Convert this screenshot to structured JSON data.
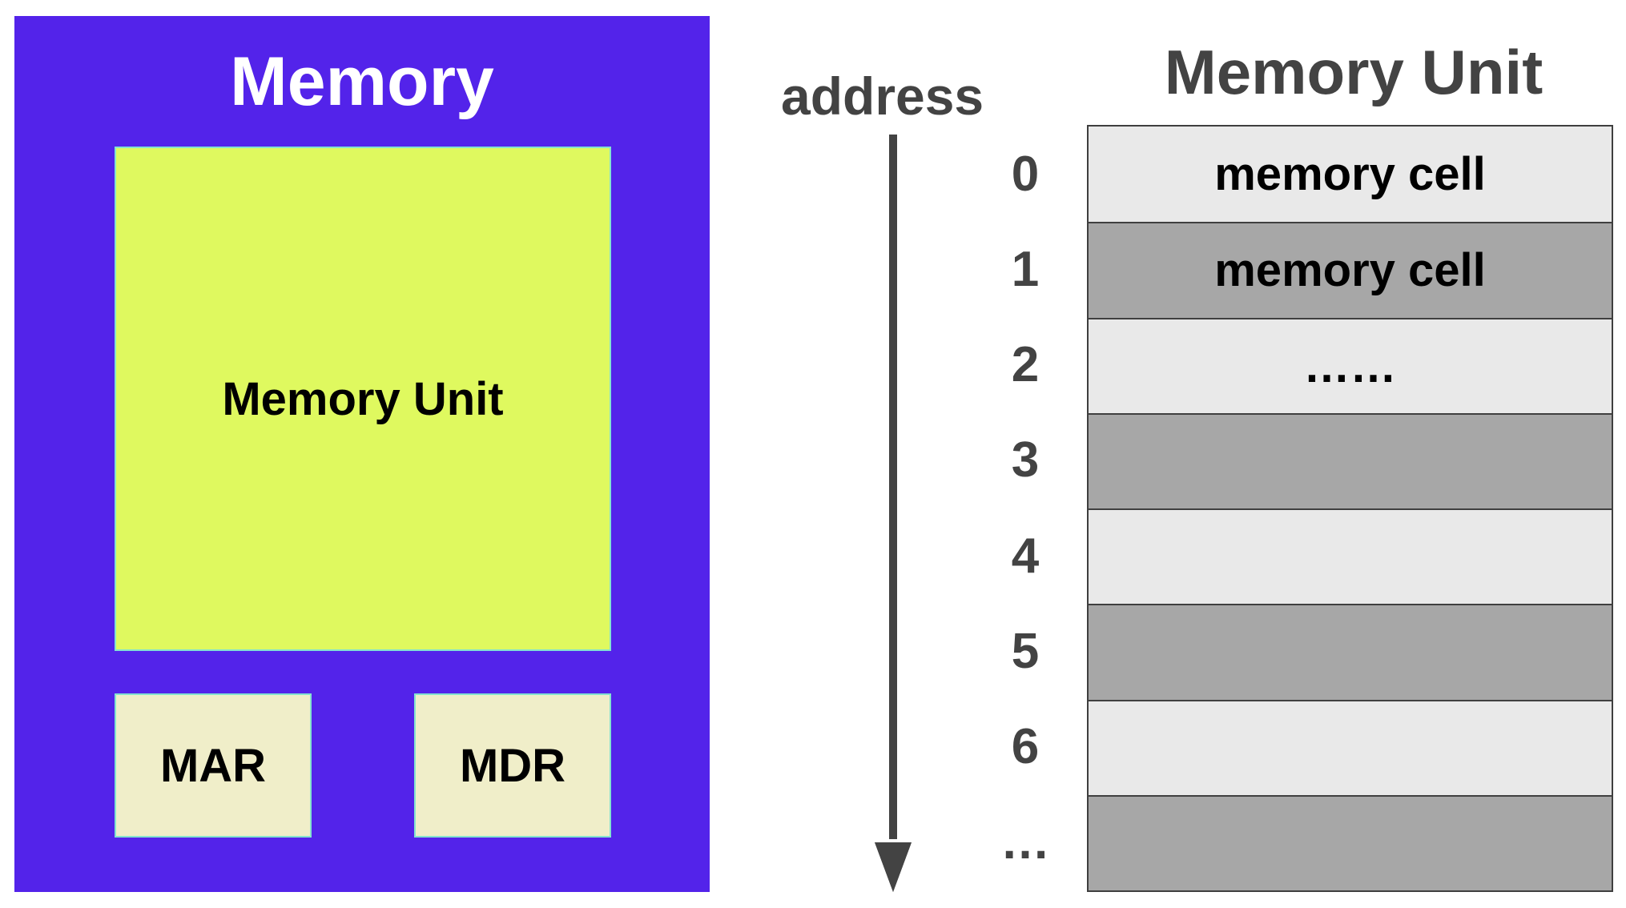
{
  "memory": {
    "title": "Memory",
    "unit_label": "Memory Unit",
    "registers": [
      "MAR",
      "MDR"
    ],
    "colors": {
      "outer": "#5323ea",
      "unit": "#dff95f",
      "register": "#f0eec9"
    }
  },
  "address_label": "address",
  "memory_unit": {
    "title": "Memory Unit",
    "rows": [
      {
        "address": "0",
        "content": "memory cell",
        "shade": "light"
      },
      {
        "address": "1",
        "content": "memory cell",
        "shade": "dark"
      },
      {
        "address": "2",
        "content": "……",
        "shade": "light"
      },
      {
        "address": "3",
        "content": "",
        "shade": "dark"
      },
      {
        "address": "4",
        "content": "",
        "shade": "light"
      },
      {
        "address": "5",
        "content": "",
        "shade": "dark"
      },
      {
        "address": "6",
        "content": "",
        "shade": "light"
      },
      {
        "address": "…",
        "content": "",
        "shade": "dark"
      }
    ]
  }
}
